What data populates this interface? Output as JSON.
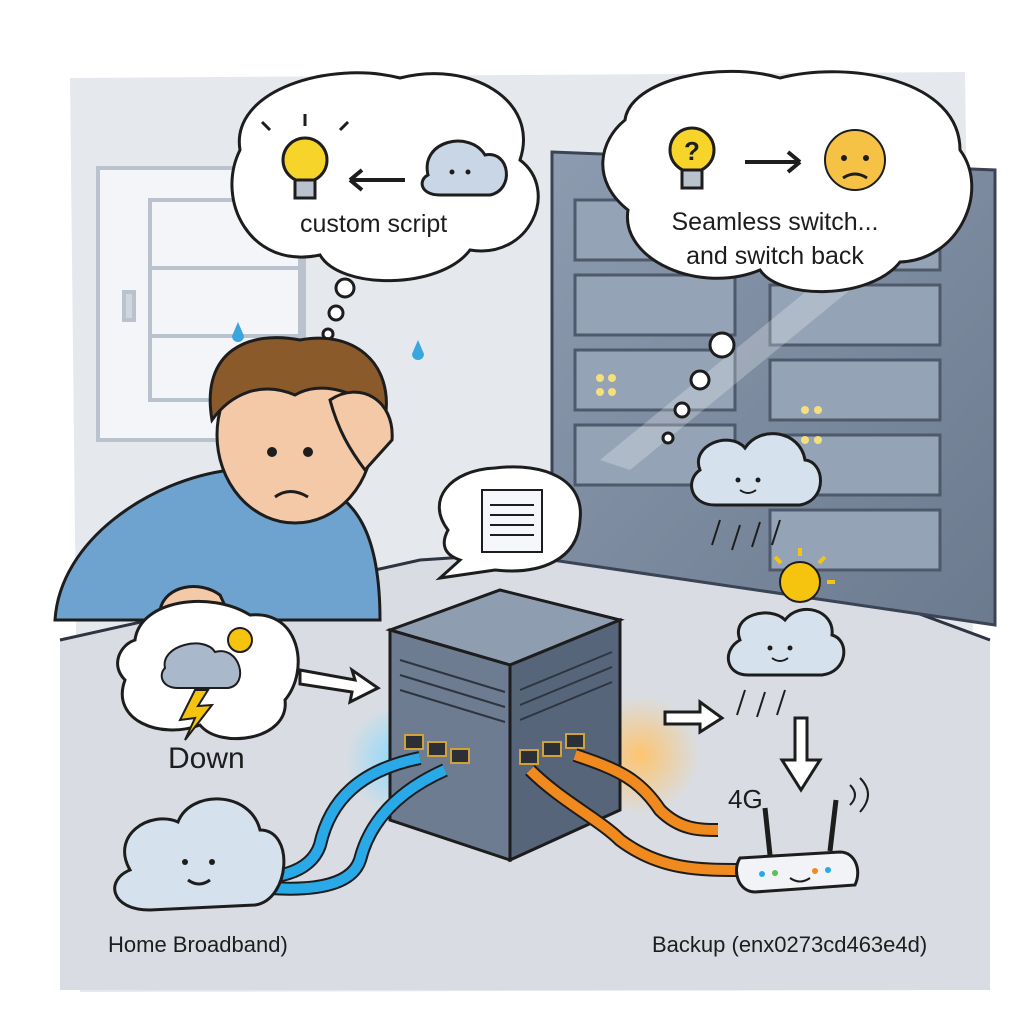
{
  "labels": {
    "custom_script": "custom script",
    "seamless_line1": "Seamless switch...",
    "seamless_line2": "and switch back",
    "down": "Down",
    "four_g": "4G",
    "home_broadband": "Home Broadband)",
    "backup": "Backup (enx0273cd463e4d)"
  },
  "colors": {
    "primary_cable": "#2aa9e8",
    "backup_cable": "#f08a1e",
    "server": "#59677a",
    "cloud": "#d6e1ee",
    "sun": "#f6c40f"
  },
  "icons": [
    "lightbulb-icon",
    "question-lightbulb-icon",
    "worried-face-icon",
    "document-icon",
    "lightning-icon",
    "sun-icon",
    "router-icon"
  ]
}
